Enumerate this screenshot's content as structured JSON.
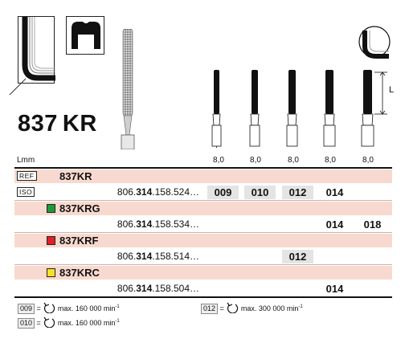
{
  "product": {
    "name": "837KR",
    "name_num": "837",
    "name_suffix": "KR"
  },
  "diagram": {
    "length_label": "L"
  },
  "header_row": {
    "label": "Lmm",
    "sizes": [
      "8,0",
      "8,0",
      "8,0",
      "8,0",
      "8,0"
    ]
  },
  "rows": [
    {
      "type": "name",
      "tag": "REF",
      "name": "837KR"
    },
    {
      "type": "iso",
      "tag": "ISO",
      "ref_prefix": "806.",
      "ref_bold": "314",
      "ref_suffix": ".158.524…",
      "cells": [
        "009",
        "010",
        "012",
        "014",
        ""
      ]
    },
    {
      "type": "name",
      "color": "#1e9a3c",
      "name": "837KRG"
    },
    {
      "type": "iso",
      "ref_prefix": "806.",
      "ref_bold": "314",
      "ref_suffix": ".158.534…",
      "cells": [
        "",
        "",
        "",
        "014",
        "018"
      ]
    },
    {
      "type": "name",
      "color": "#e0202a",
      "name": "837KRF"
    },
    {
      "type": "iso",
      "ref_prefix": "806.",
      "ref_bold": "314",
      "ref_suffix": ".158.514…",
      "cells": [
        "",
        "",
        "012",
        "",
        ""
      ]
    },
    {
      "type": "name",
      "color": "#f4e32a",
      "name": "837KRC"
    },
    {
      "type": "iso",
      "ref_prefix": "806.",
      "ref_bold": "314",
      "ref_suffix": ".158.504…",
      "cells": [
        "",
        "",
        "",
        "014",
        ""
      ]
    }
  ],
  "notes": [
    {
      "size": "009",
      "eq": "=",
      "text": "max. 160 000 min",
      "exp": "-1"
    },
    {
      "size": "012",
      "eq": "=",
      "text": "max. 300 000 min",
      "exp": "-1"
    },
    {
      "size": "010",
      "eq": "=",
      "text": "max. 160 000 min",
      "exp": "-1"
    }
  ]
}
